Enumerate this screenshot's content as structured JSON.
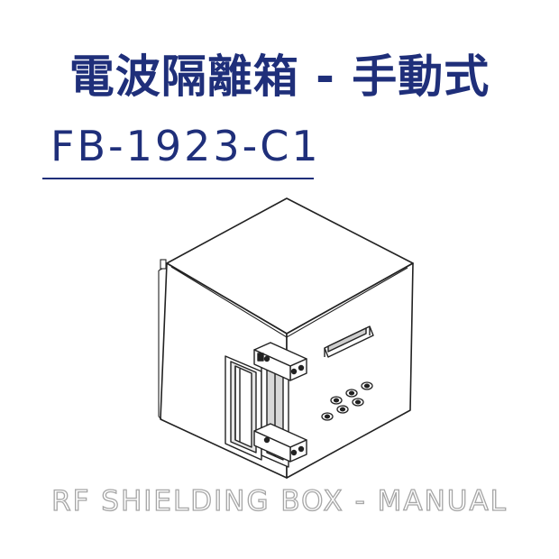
{
  "header": {
    "title": "電波隔離箱 - 手動式",
    "model": "FB-1923-C1"
  },
  "footer": {
    "subtitle": "RF SHIELDING BOX - MANUAL"
  },
  "colors": {
    "brand": "#1f2f7a",
    "footer_outline": "#a6a6a6"
  },
  "image": {
    "subject": "rf-shielding-box-drawing"
  }
}
